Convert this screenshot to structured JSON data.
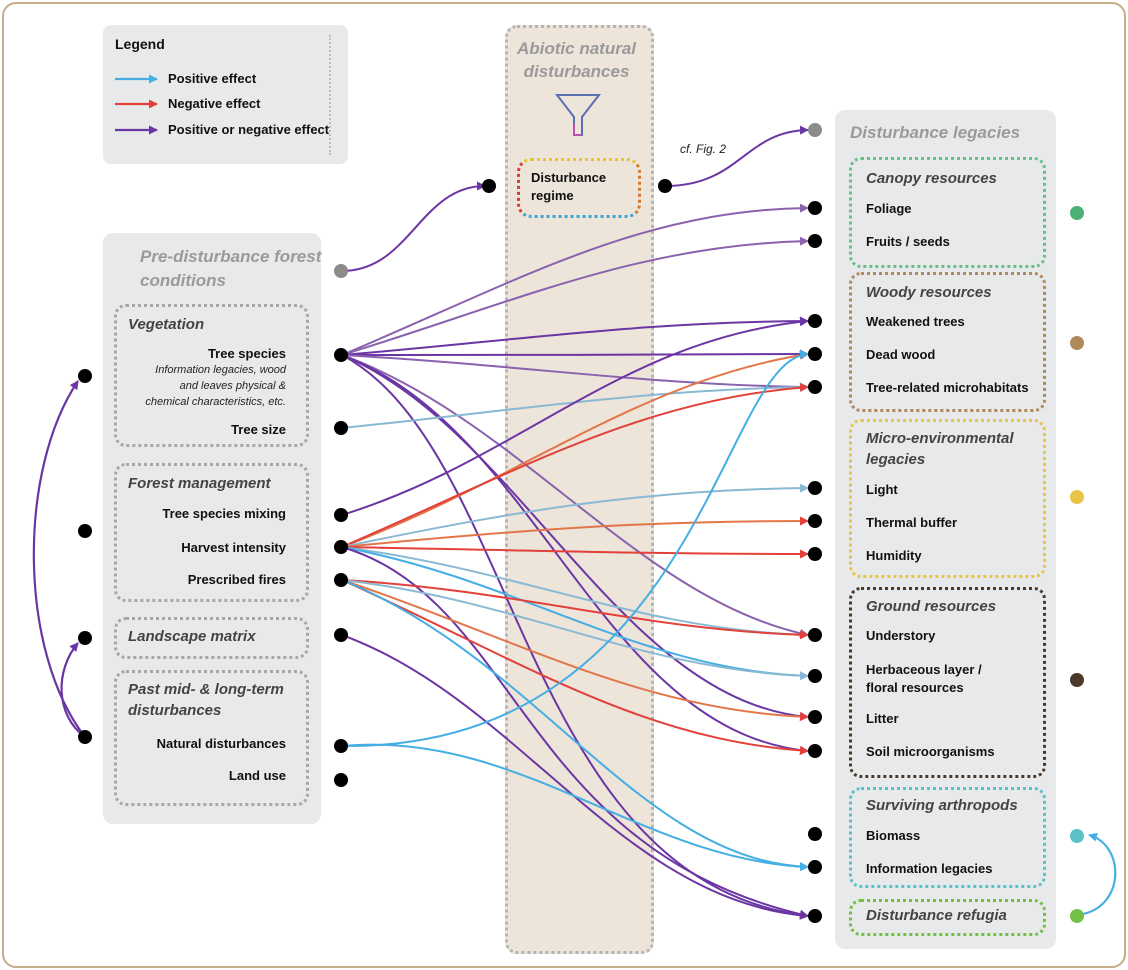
{
  "legend": {
    "title": "Legend",
    "positive": "Positive effect",
    "negative": "Negative effect",
    "either": "Positive or negative effect"
  },
  "colors": {
    "positive": "#45aee3",
    "negative": "#e2413a",
    "either": "#6b36a3",
    "canopy": "#4caf76",
    "woody": "#b08a5a",
    "micro": "#e8c547",
    "ground": "#4d3928",
    "arthropods": "#5cc1c4",
    "refugia": "#74c047"
  },
  "center": {
    "title_line1": "Abiotic natural",
    "title_line2": "disturbances",
    "regime_line1": "Disturbance",
    "regime_line2": "regime",
    "cf": "cf. Fig. 2",
    "icon": "funnel-icon"
  },
  "left": {
    "title_line1": "Pre-disturbance forest",
    "title_line2": "conditions",
    "vegetation": {
      "title": "Vegetation",
      "tree_species": "Tree species",
      "note_line1": "Information legacies, wood",
      "note_line2": "and leaves physical &",
      "note_line3": "chemical characteristics, etc.",
      "tree_size": "Tree size"
    },
    "management": {
      "title": "Forest management",
      "mixing": "Tree species mixing",
      "harvest": "Harvest intensity",
      "fires": "Prescribed fires"
    },
    "landscape": {
      "title": "Landscape matrix"
    },
    "past": {
      "title_line1": "Past mid- & long-term",
      "title_line2": "disturbances",
      "natural": "Natural disturbances",
      "land_use": "Land use"
    }
  },
  "right": {
    "title": "Disturbance legacies",
    "canopy": {
      "title": "Canopy resources",
      "items": [
        "Foliage",
        "Fruits / seeds"
      ]
    },
    "woody": {
      "title": "Woody resources",
      "items": [
        "Weakened trees",
        "Dead wood",
        "Tree-related microhabitats"
      ]
    },
    "micro": {
      "title_line1": "Micro-environmental",
      "title_line2": "legacies",
      "items": [
        "Light",
        "Thermal buffer",
        "Humidity"
      ]
    },
    "ground": {
      "title": "Ground resources",
      "items": [
        "Understory",
        "Herbaceous layer /",
        "floral resources",
        "Litter",
        "Soil microorganisms"
      ]
    },
    "arthropods": {
      "title": "Surviving arthropods",
      "items": [
        "Biomass",
        "Information legacies"
      ]
    },
    "refugia": {
      "title": "Disturbance refugia"
    }
  }
}
